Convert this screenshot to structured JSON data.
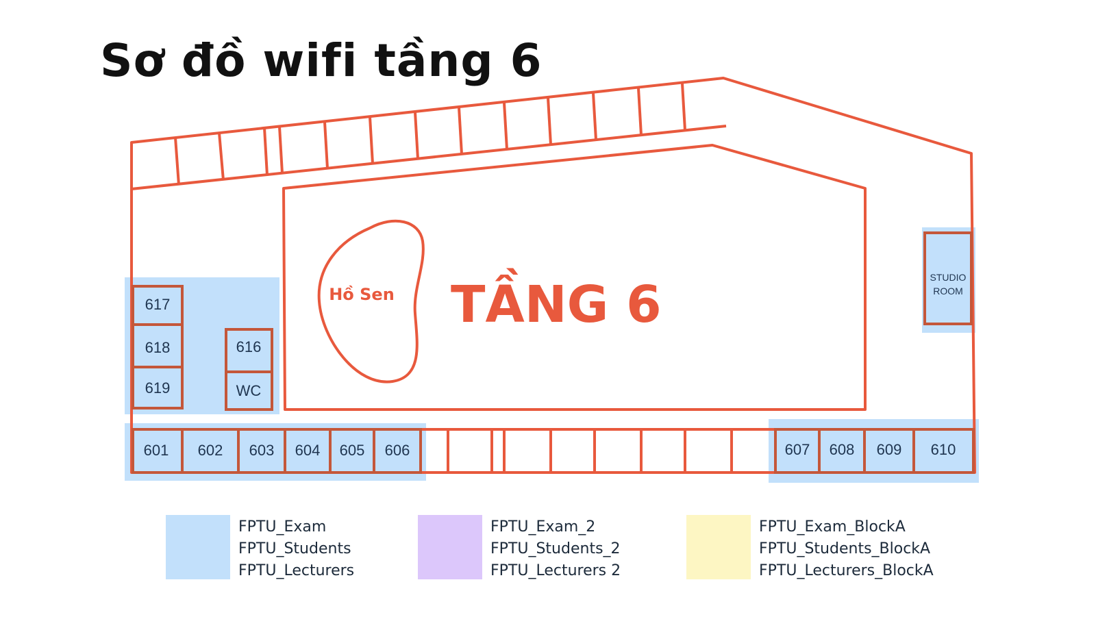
{
  "title": "Sơ đồ wifi tầng 6",
  "map": {
    "floor_label": "TẦNG 6",
    "lake_label": "Hồ Sen",
    "studio_label_1": "STUDIO",
    "studio_label_2": "ROOM",
    "rooms": {
      "r617": "617",
      "r618": "618",
      "r619": "619",
      "r616": "616",
      "wc": "WC",
      "r601": "601",
      "r602": "602",
      "r603": "603",
      "r604": "604",
      "r605": "605",
      "r606": "606",
      "r607": "607",
      "r608": "608",
      "r609": "609",
      "r610": "610"
    },
    "colors": {
      "wall": "#e8593d",
      "room_border": "#c4573a",
      "zone_blue": "#c2e0fb",
      "floor_text": "#e8593d"
    }
  },
  "legend": [
    {
      "color": "#c2e0fb",
      "networks": [
        "FPTU_Exam",
        "FPTU_Students",
        "FPTU_Lecturers"
      ]
    },
    {
      "color": "#dcc7fb",
      "networks": [
        "FPTU_Exam_2",
        "FPTU_Students_2",
        "FPTU_Lecturers 2"
      ]
    },
    {
      "color": "#fdf6c3",
      "networks": [
        "FPTU_Exam_BlockA",
        "FPTU_Students_BlockA",
        "FPTU_Lecturers_BlockA"
      ]
    }
  ]
}
